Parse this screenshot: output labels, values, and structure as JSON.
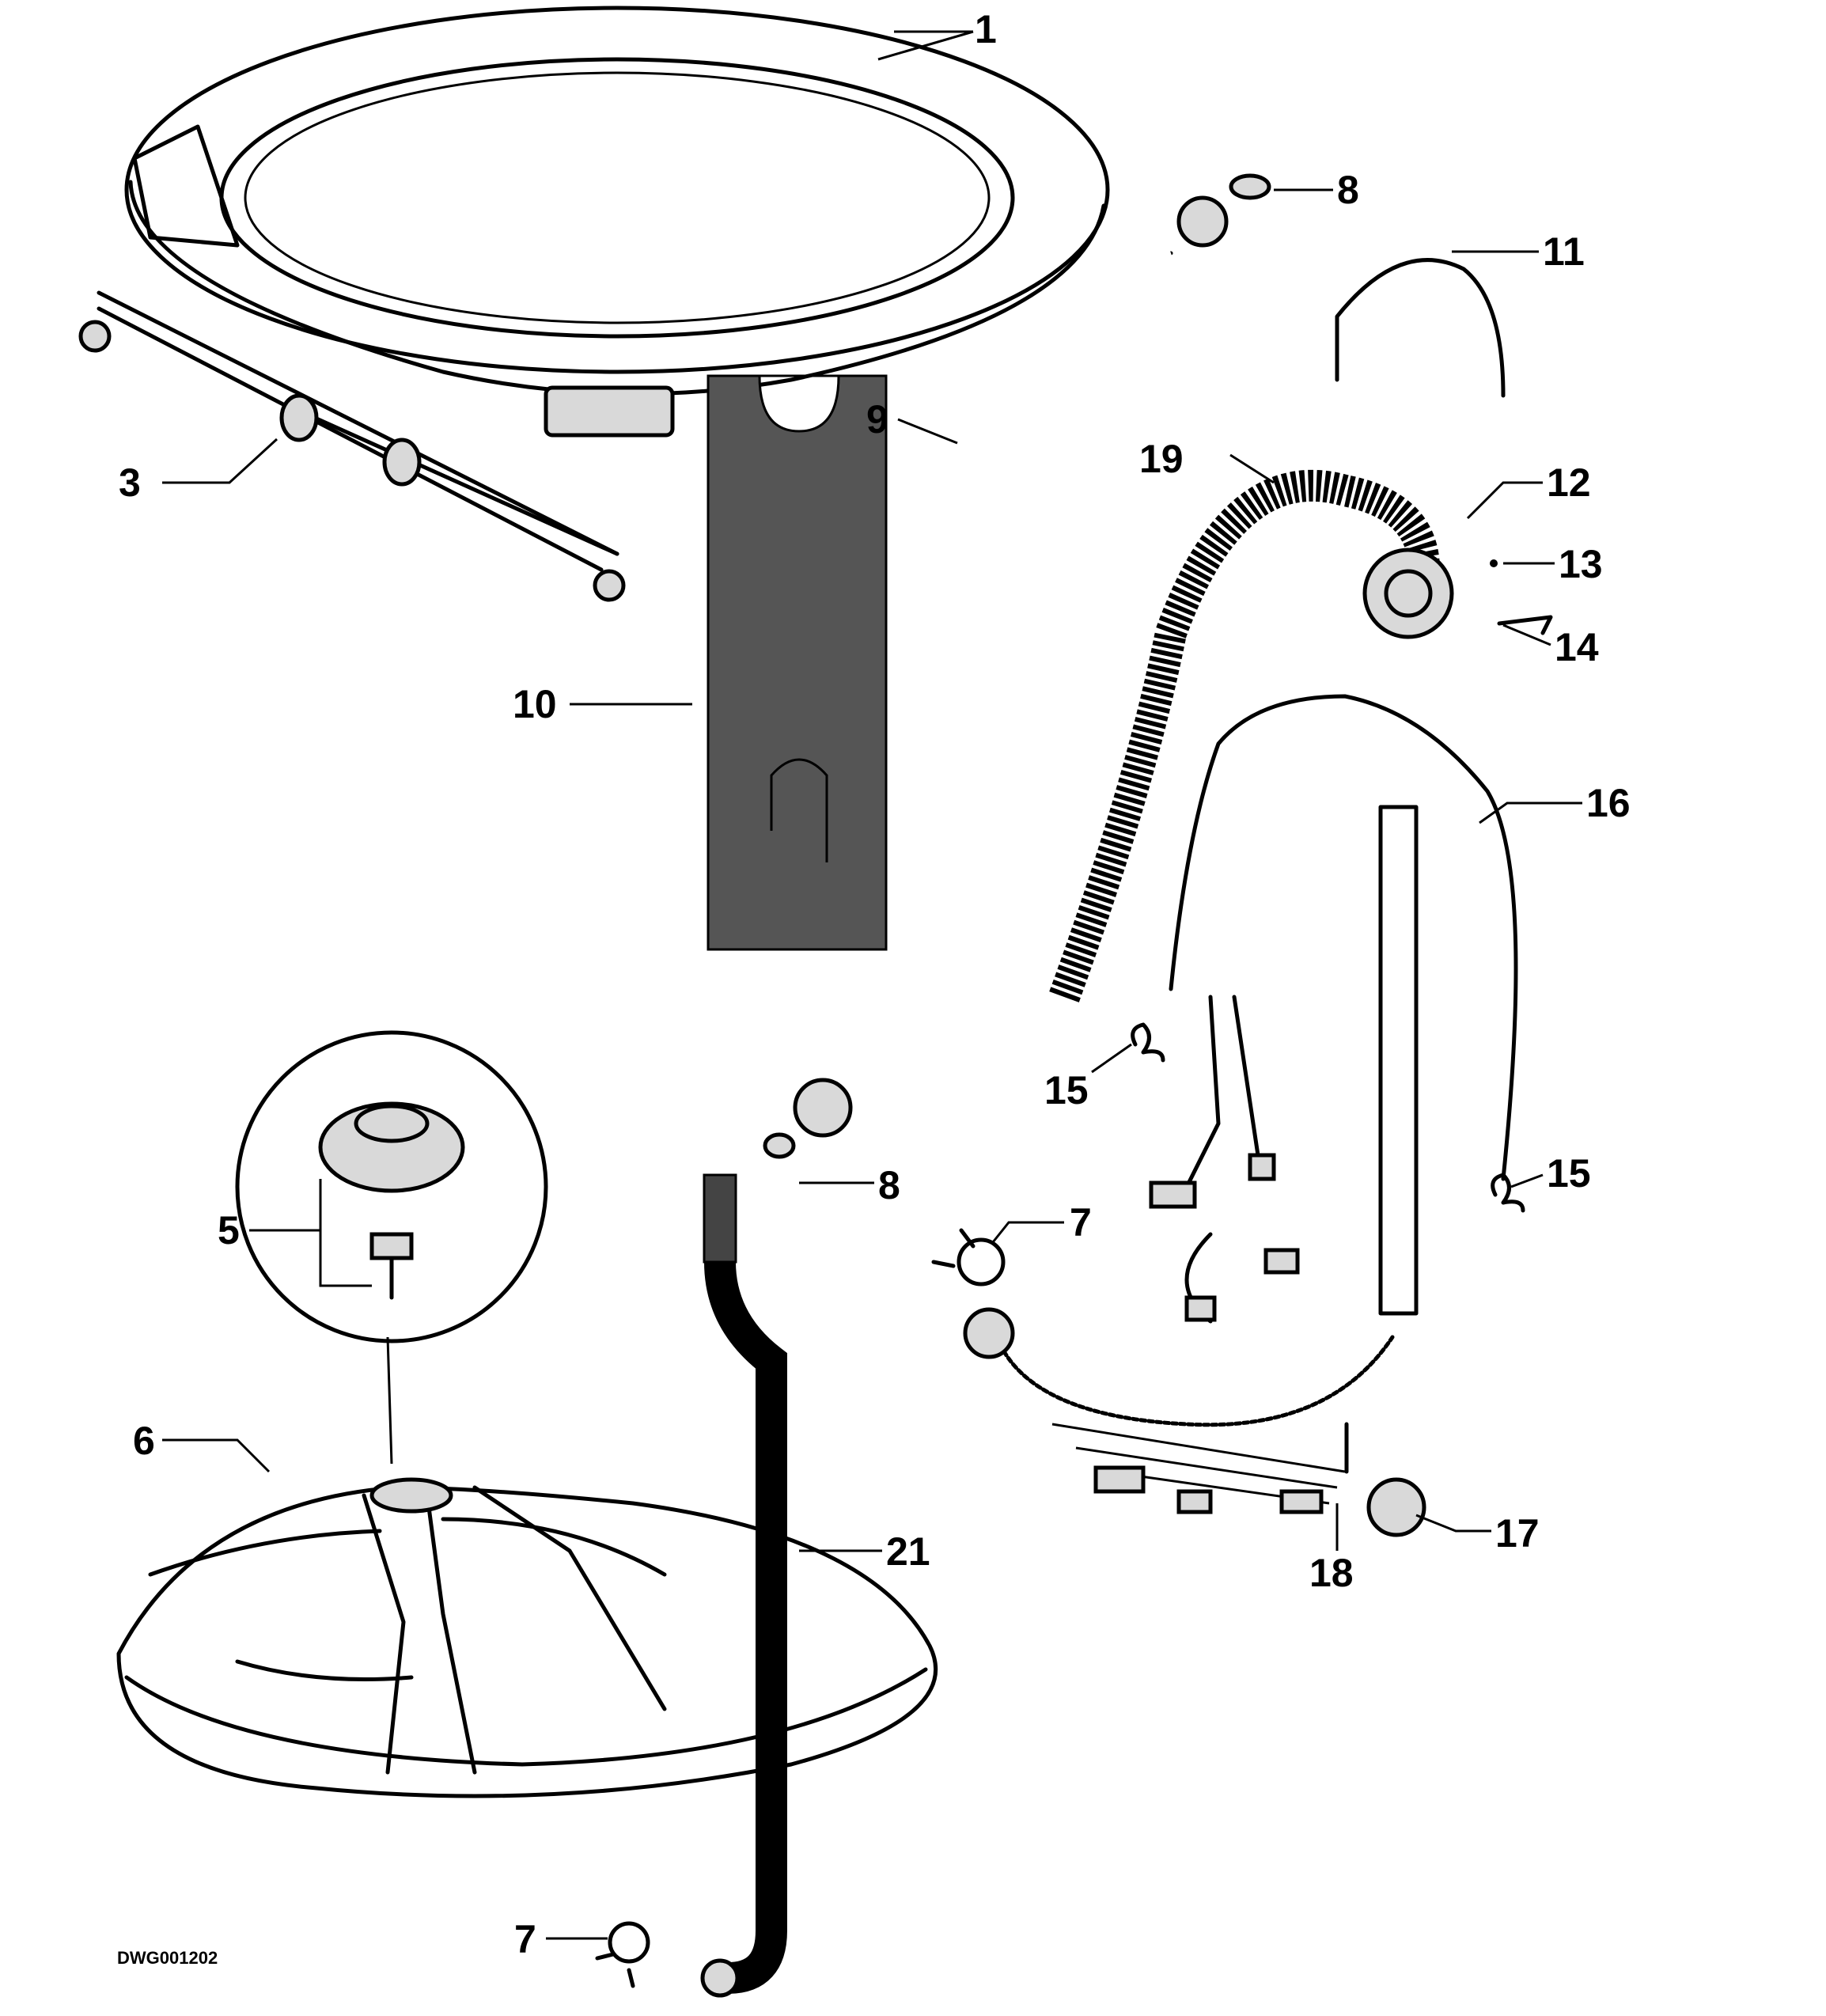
{
  "drawing_code": "DWG001202",
  "callouts": [
    {
      "id": "1",
      "label": "1"
    },
    {
      "id": "3",
      "label": "3"
    },
    {
      "id": "5",
      "label": "5"
    },
    {
      "id": "6",
      "label": "6"
    },
    {
      "id": "7a",
      "label": "7"
    },
    {
      "id": "7b",
      "label": "7"
    },
    {
      "id": "8a",
      "label": "8"
    },
    {
      "id": "8b",
      "label": "8"
    },
    {
      "id": "9",
      "label": "9"
    },
    {
      "id": "10",
      "label": "10"
    },
    {
      "id": "11",
      "label": "11"
    },
    {
      "id": "12",
      "label": "12"
    },
    {
      "id": "13",
      "label": "13"
    },
    {
      "id": "14",
      "label": "14"
    },
    {
      "id": "15a",
      "label": "15"
    },
    {
      "id": "15b",
      "label": "15"
    },
    {
      "id": "16",
      "label": "16"
    },
    {
      "id": "17",
      "label": "17"
    },
    {
      "id": "18",
      "label": "18"
    },
    {
      "id": "19",
      "label": "19"
    },
    {
      "id": "21",
      "label": "21"
    }
  ]
}
